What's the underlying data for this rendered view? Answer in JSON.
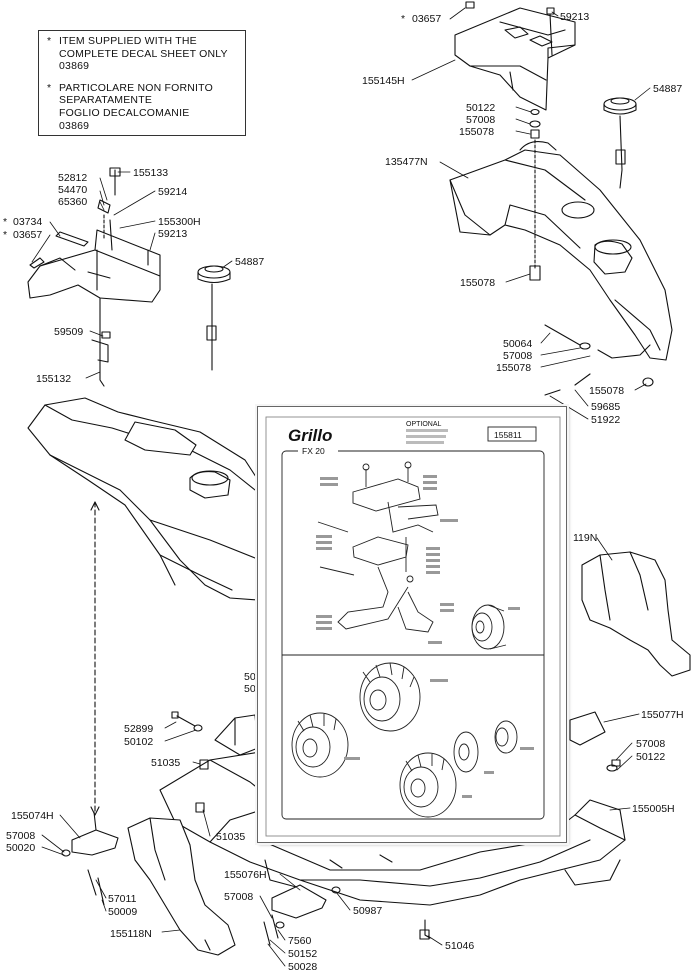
{
  "note": {
    "line1": "ITEM SUPPLIED WITH THE",
    "line2": "COMPLETE DECAL SHEET ONLY",
    "line3": "03869",
    "line4": "PARTICOLARE NON FORNITO",
    "line5": "SEPARATAMENTE",
    "line6": "FOGLIO DECALCOMANIE",
    "line7": "03869",
    "star": "*"
  },
  "labels": {
    "l03657_top": "03657",
    "l59213_top": "59213",
    "l155145H": "155145H",
    "l54887_r": "54887",
    "l50122_a": "50122",
    "l57008_a": "57008",
    "l155078_a": "155078",
    "l135477N": "135477N",
    "l155078_b": "155078",
    "l50064": "50064",
    "l57008_b": "57008",
    "l155078_c": "155078",
    "l155078_d": "155078",
    "l59685": "59685",
    "l51922": "51922",
    "l119N": "119N",
    "l52812": "52812",
    "l54470": "54470",
    "l65360": "65360",
    "l155133": "155133",
    "l59214": "59214",
    "l03734": "03734",
    "l03657_l": "03657",
    "l155300H": "155300H",
    "l59213_l": "59213",
    "l54887_l": "54887",
    "l59509": "59509",
    "l155132": "155132",
    "l50_a": "50",
    "l50_b": "50",
    "l52899": "52899",
    "l50102": "50102",
    "l51035_a": "51035",
    "l155077H": "155077H",
    "l57008_c": "57008",
    "l50122_c": "50122",
    "l155074H": "155074H",
    "l51035_b": "51035",
    "l155005H": "155005H",
    "l57008_d": "57008",
    "l50020": "50020",
    "l57011": "57011",
    "l50009": "50009",
    "l155076H": "155076H",
    "l57008_e": "57008",
    "l50987": "50987",
    "l155118N": "155118N",
    "l7560": "7560",
    "l50152": "50152",
    "l50028": "50028",
    "l51046": "51046"
  },
  "inset": {
    "logo": "Grillo",
    "optional": "OPTIONAL",
    "part_no": "155811",
    "model": "FX 20"
  }
}
